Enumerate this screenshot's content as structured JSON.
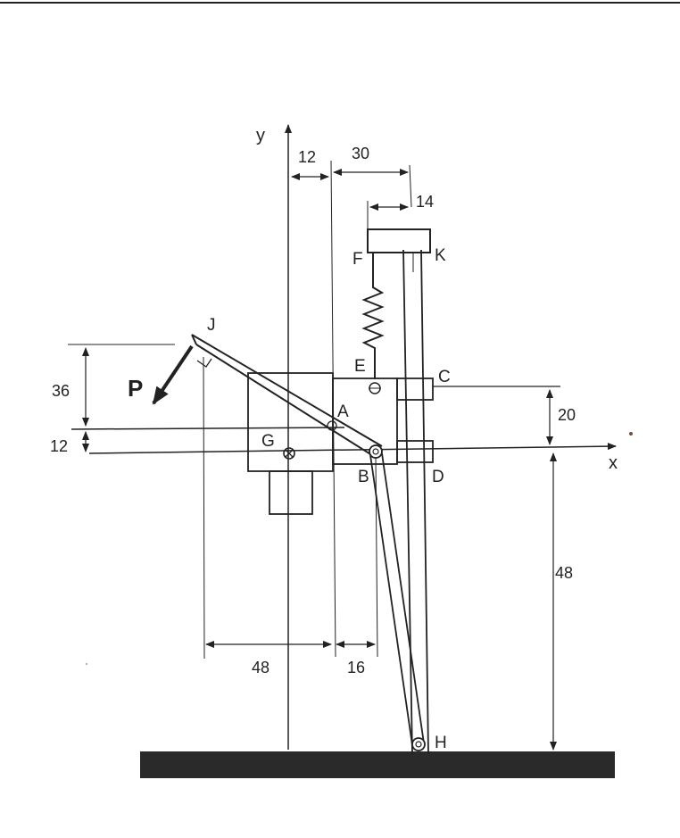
{
  "axes": {
    "x": "x",
    "y": "y"
  },
  "force": {
    "label": "P"
  },
  "points": {
    "J": "J",
    "E": "E",
    "F": "F",
    "K": "K",
    "C": "C",
    "A": "A",
    "G": "G",
    "B": "B",
    "D": "D",
    "H": "H"
  },
  "dimensions": {
    "top_12": "12",
    "top_30": "30",
    "top_14": "14",
    "left_36": "36",
    "left_12": "12",
    "right_20": "20",
    "right_48": "48",
    "bottom_48": "48",
    "bottom_16": "16"
  },
  "colors": {
    "ink": "#222222",
    "ground": "#2a2a2a"
  }
}
